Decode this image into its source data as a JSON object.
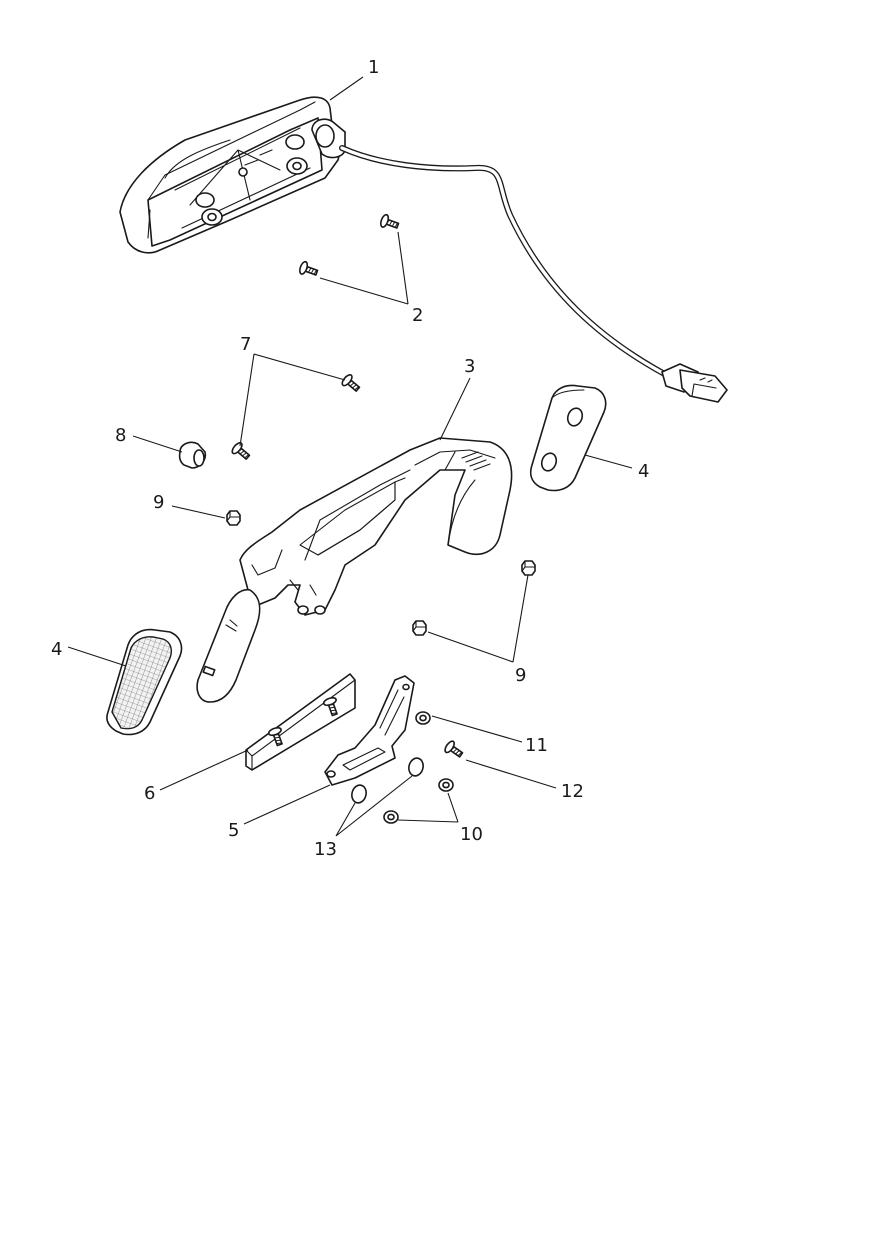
{
  "callouts": {
    "c1": "1",
    "c2": "2",
    "c3": "3",
    "c4a": "4",
    "c4b": "4",
    "c5": "5",
    "c6": "6",
    "c7": "7",
    "c8": "8",
    "c9a": "9",
    "c9b": "9",
    "c10": "10",
    "c11": "11",
    "c12": "12",
    "c13": "13"
  }
}
